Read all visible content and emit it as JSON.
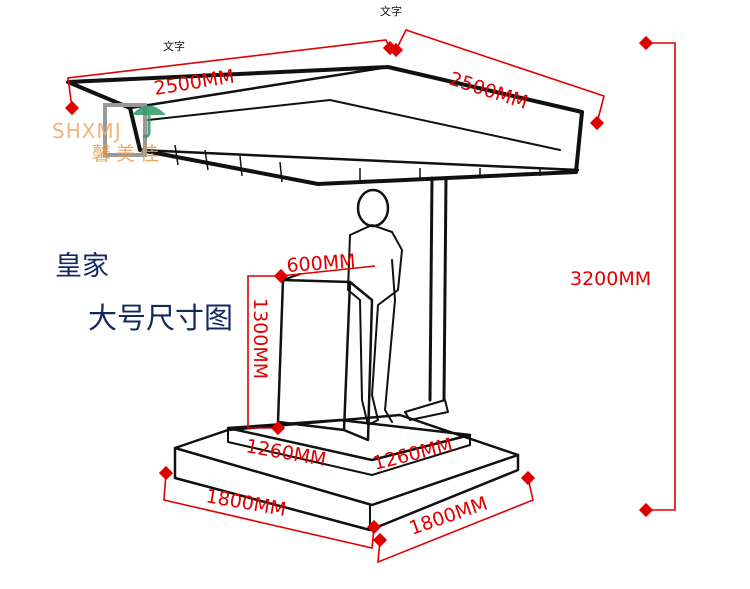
{
  "notes": {
    "top_left": "文字",
    "top_center": "文字"
  },
  "title": {
    "line1": "皇家",
    "line2": "大号尺寸图"
  },
  "logo": {
    "latin": "SHXMJ",
    "chinese": "馨美佳",
    "colors": {
      "text": "#f0a860",
      "umbrella": "#2f9a66"
    }
  },
  "dimensions": {
    "roof_left": "2500MM",
    "roof_right": "2500MM",
    "height": "3200MM",
    "podium_width": "600MM",
    "podium_height": "1300MM",
    "step_left": "1260MM",
    "step_right": "1260MM",
    "base_left": "1800MM",
    "base_right": "1800MM"
  },
  "colors": {
    "dimension": "#e00000",
    "line": "#111111",
    "title": "#14295e"
  }
}
